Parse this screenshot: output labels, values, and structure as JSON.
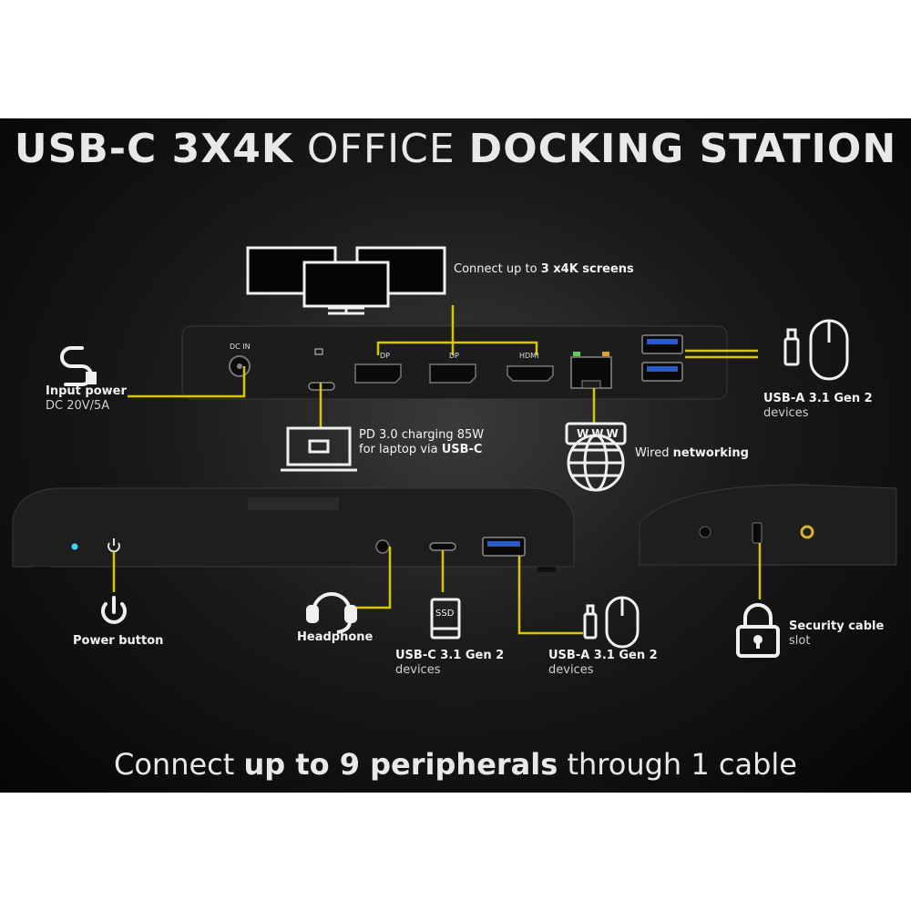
{
  "title": {
    "bold_1": "USB-C 3X4K",
    "thin": "OFFICE",
    "bold_2": "DOCKING STATION"
  },
  "rear_ports": {
    "dc_in": "DC IN",
    "dp_1": "DP",
    "dp_2": "DP",
    "hdmi": "HDMI"
  },
  "labels": {
    "screens_pre": "Connect up to ",
    "screens_bold": "3 x4K screens",
    "input_power_bold": "Input power",
    "input_power_spec": "DC 20V/5A",
    "pd_line_1": "PD 3.0 charging 85W",
    "pd_line_2_pre": "for laptop via ",
    "pd_line_2_bold": "USB-C",
    "www": "WWW",
    "wired_pre": "Wired ",
    "wired_bold": "networking",
    "usba_rear_bold": "USB-A 3.1 Gen 2",
    "usba_rear_sub": "devices",
    "power_button": "Power button",
    "headphone": "Headphone",
    "ssd": "SSD",
    "usbc_front_bold": "USB-C 3.1 Gen 2",
    "usbc_front_sub": "devices",
    "usba_front_bold": "USB-A 3.1 Gen 2",
    "usba_front_sub": "devices",
    "security_bold": "Security cable",
    "security_sub": "slot"
  },
  "tagline": {
    "pre": "Connect ",
    "bold": "up to 9 peripherals",
    "post": " through 1 cable"
  },
  "colors": {
    "accent": "#d8c600",
    "text": "#f2f2f2",
    "device": "#1e1e1e"
  }
}
